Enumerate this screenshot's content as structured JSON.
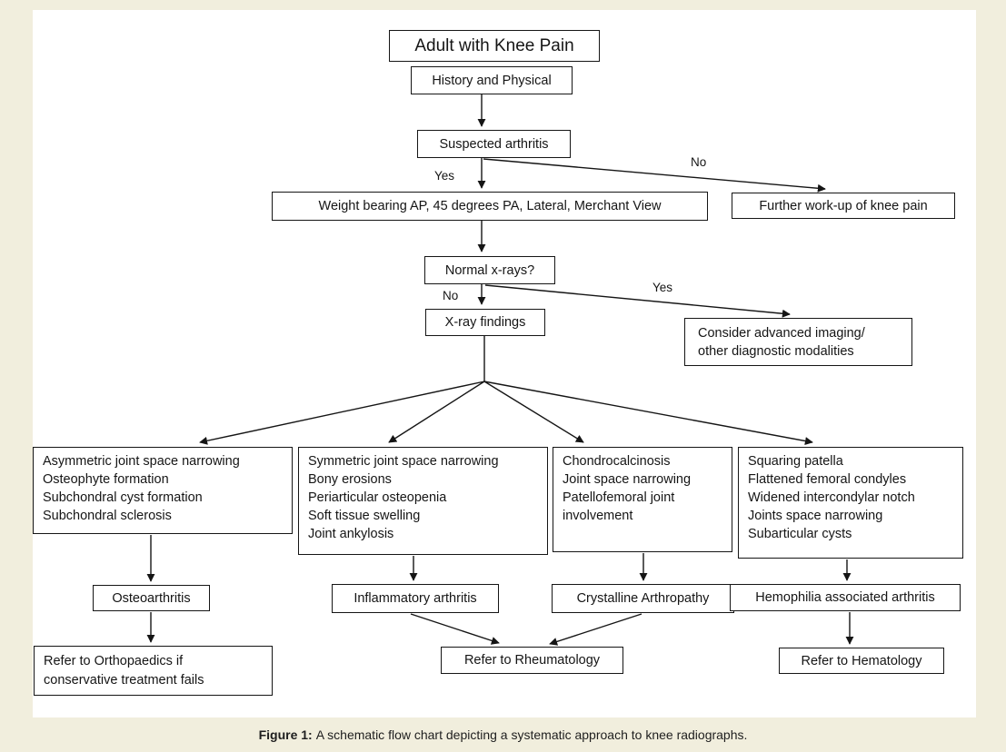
{
  "page": {
    "background_color": "#f1eedd",
    "panel_color": "#ffffff",
    "line_color": "#151515"
  },
  "flowchart": {
    "nodes": {
      "title": "Adult with Knee Pain",
      "history": "History and Physical",
      "suspected_arthritis": "Suspected arthritis",
      "weight_bearing": "Weight bearing AP, 45 degrees PA, Lateral, Merchant View",
      "further_workup": "Further work-up of knee pain",
      "normal_xrays": "Normal x-rays?",
      "xray_findings": "X-ray findings",
      "advanced_imaging": {
        "lines": [
          "Consider advanced imaging/",
          "other diagnostic modalities"
        ]
      },
      "findings_osteoarthritis": {
        "lines": [
          "Asymmetric joint space narrowing",
          "Osteophyte formation",
          "Subchondral cyst formation",
          "Subchondral sclerosis"
        ]
      },
      "findings_inflammatory": {
        "lines": [
          "Symmetric joint space narrowing",
          "Bony erosions",
          "Periarticular osteopenia",
          "Soft tissue swelling",
          "Joint ankylosis"
        ]
      },
      "findings_crystalline": {
        "lines": [
          "Chondrocalcinosis",
          "Joint space narrowing",
          "Patellofemoral joint",
          "involvement"
        ]
      },
      "findings_hemophilia": {
        "lines": [
          "Squaring patella",
          "Flattened femoral condyles",
          "Widened intercondylar notch",
          "Joints space narrowing",
          "Subarticular cysts"
        ]
      },
      "dx_osteoarthritis": "Osteoarthritis",
      "dx_inflammatory": "Inflammatory arthritis",
      "dx_crystalline": "Crystalline Arthropathy",
      "dx_hemophilia": "Hemophilia associated arthritis",
      "refer_orthopaedics": {
        "lines": [
          "Refer to Orthopaedics if",
          "conservative treatment fails"
        ]
      },
      "refer_rheumatology": "Refer to Rheumatology",
      "refer_hematology": "Refer to Hematology"
    },
    "edge_labels": {
      "suspected_yes": "Yes",
      "suspected_no": "No",
      "xray_no": "No",
      "xray_yes": "Yes"
    }
  },
  "caption": {
    "label": "Figure 1:",
    "text": "A schematic flow chart depicting a systematic approach to knee radiographs."
  }
}
